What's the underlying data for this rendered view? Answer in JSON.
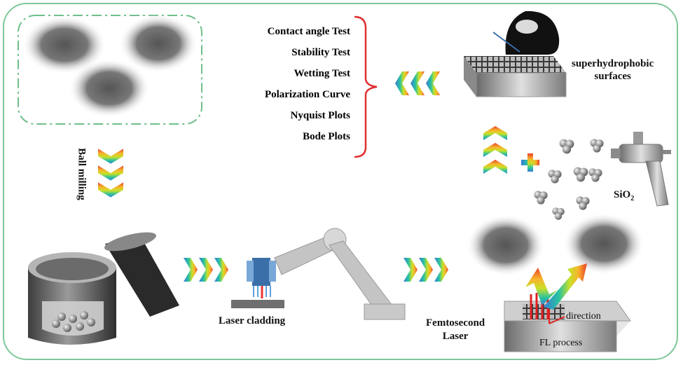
{
  "labels": {
    "tests": [
      "Contact angle Test",
      "Stability Test",
      "Wetting Test",
      "Polarization Curve",
      "Nyquist Plots",
      "Bode Plots"
    ],
    "superhydrophobic": [
      "superhydrophobic",
      "surfaces"
    ],
    "ball_milling": "Ball milling",
    "laser_cladding": "Laser cladding",
    "femtosecond": [
      "Femtosecond",
      "Laser"
    ],
    "sio2": "SiO",
    "sio2_sub": "2",
    "direction": "direction",
    "fl_process": "FL process"
  }
}
